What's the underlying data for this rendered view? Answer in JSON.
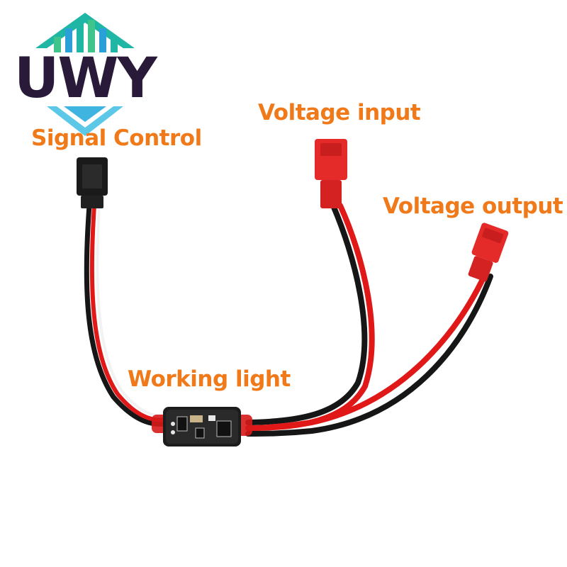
{
  "brand": {
    "logo_text": "UWY",
    "logo_color": "#2a1a3a",
    "logo_accent_top": "#1fb6a6",
    "logo_accent_bottom": "#5cc8e8"
  },
  "callouts": {
    "signal_control": "Signal Control",
    "voltage_input": "Voltage input",
    "voltage_output": "Voltage output",
    "working_light": "Working light"
  },
  "colors": {
    "callout_text": "#f07a1a",
    "wire_red": "#e01818",
    "wire_black": "#161616",
    "connector_red": "#e52a2a",
    "connector_black": "#1a1a1a",
    "board": "#1c1c1c"
  },
  "objects": [
    "servo-signal-connector",
    "voltage-input-connector",
    "voltage-output-connector",
    "switch-circuit-board"
  ]
}
